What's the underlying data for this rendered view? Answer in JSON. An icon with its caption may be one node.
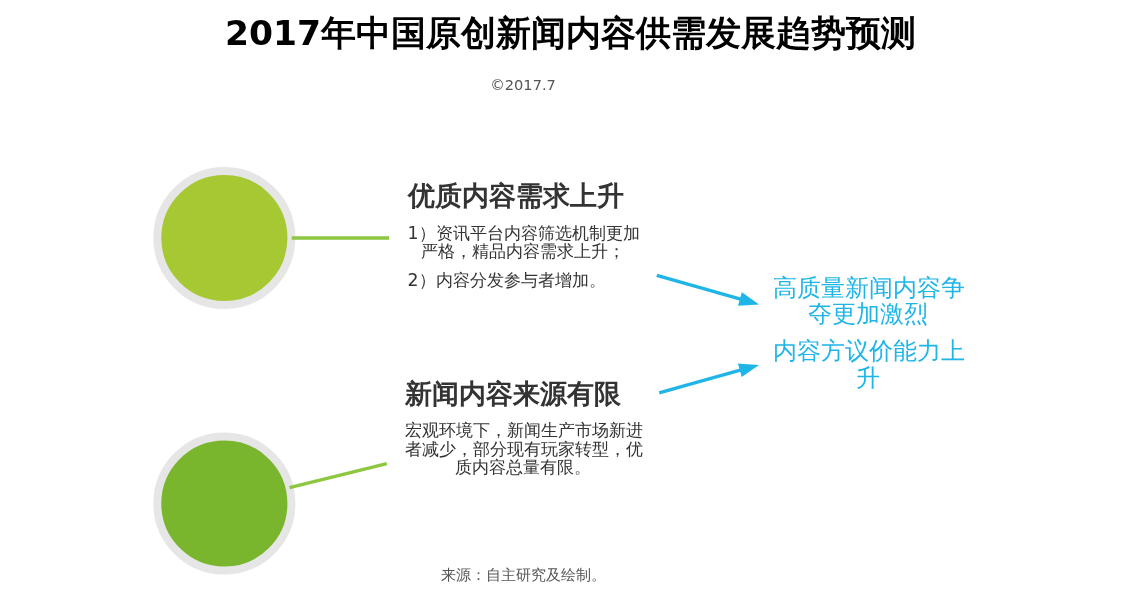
{
  "diagram": {
    "title": "2017年中国原创新闻内容供需发展趋势预测",
    "nodes": [
      {
        "text": [],
        "shape": "circle"
      },
      {
        "text": [
          "优质内容需求上升",
          "1）资讯平台内容筛选机制更加严格，精品内容需求上升；",
          "2）内容分发参与者增加。"
        ]
      },
      {
        "text": [],
        "shape": "circle"
      },
      {
        "text": [
          "新闻内容来源有限",
          "宏观环境下，新闻生产市场新进者减少，部分现有玩家转型，优质内容总量有限。"
        ]
      },
      {
        "text": [
          "高质量新闻内容争夺更加激烈",
          "内容方议价能力上升"
        ]
      }
    ],
    "edges": [
      {
        "from": 0,
        "to": 1,
        "arrow": "none",
        "color": "#8dc63f"
      },
      {
        "from": 2,
        "to": 3,
        "arrow": "none",
        "color": "#8dc63f"
      },
      {
        "from": 1,
        "to": 4,
        "arrow": "to",
        "color": "#1fb5e6"
      },
      {
        "from": 3,
        "to": 4,
        "arrow": "to",
        "color": "#1fb5e6"
      }
    ],
    "labels": [
      "来源：自主研究及绘制。",
      "©2017.7"
    ]
  }
}
